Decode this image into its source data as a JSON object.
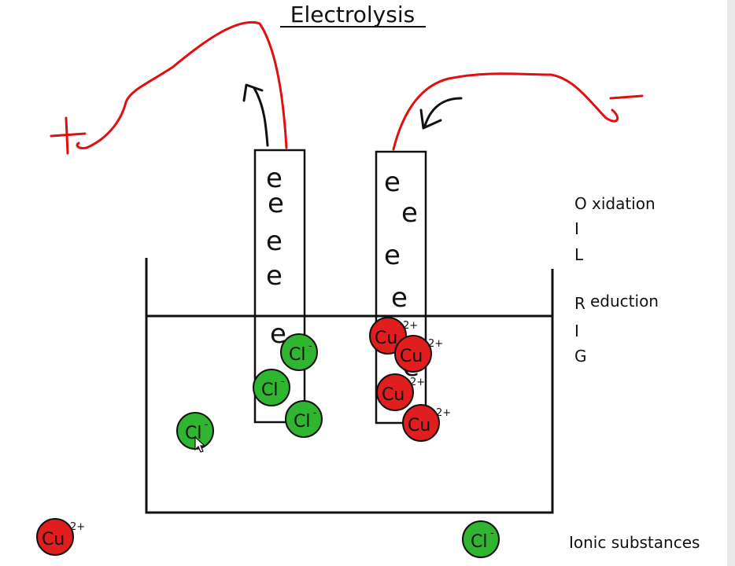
{
  "title": "Electrolysis",
  "terminals": {
    "positive": "+",
    "negative": "−"
  },
  "electron_symbol": "e",
  "mnemonic": {
    "lines": [
      {
        "letter": "O",
        "rest": "xidation"
      },
      {
        "letter": "I",
        "rest": ""
      },
      {
        "letter": "L",
        "rest": ""
      },
      {
        "letter": "R",
        "rest": "eduction"
      },
      {
        "letter": "I",
        "rest": ""
      },
      {
        "letter": "G",
        "rest": ""
      }
    ]
  },
  "ions": {
    "copper_label": "Cu",
    "copper_charge": "2+",
    "chloride_label": "Cl",
    "chloride_charge": "-"
  },
  "legend_label": "Ionic substances",
  "colors": {
    "wire": "#e01010",
    "copper_ion": "#e01e1e",
    "chloride_ion": "#2fb52f",
    "ink": "#111111"
  }
}
